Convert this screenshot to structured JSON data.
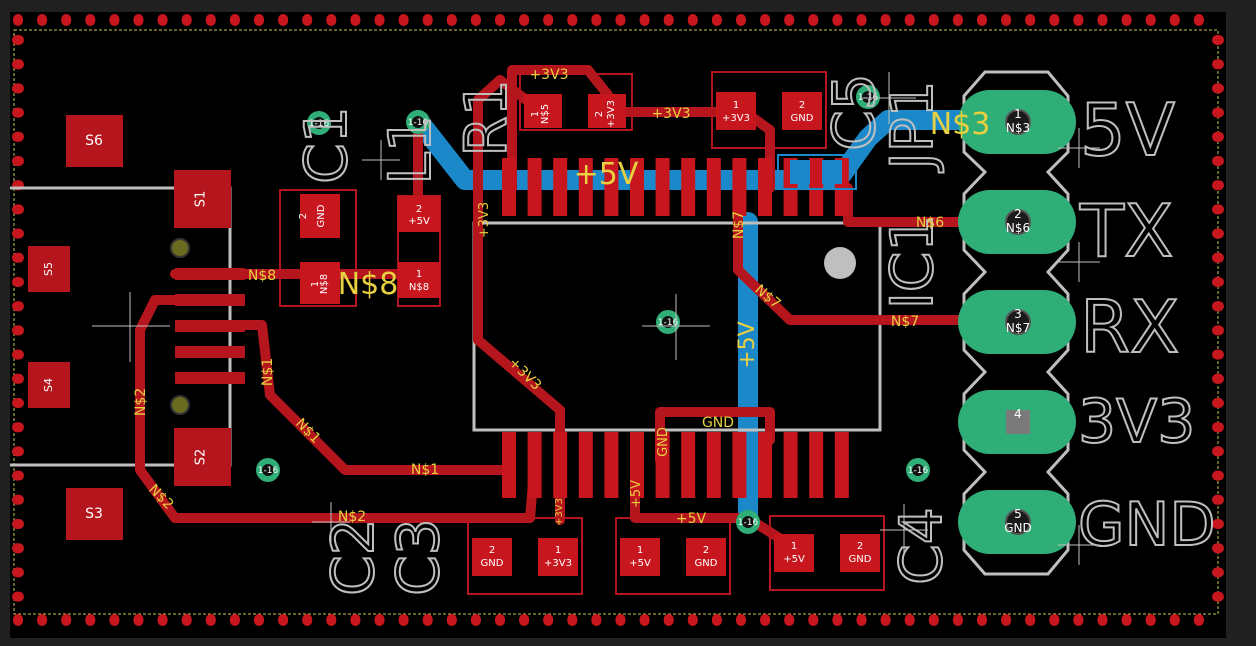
{
  "colors": {
    "background": "#000000",
    "outer": "#202020",
    "top_copper": "#b5151c",
    "top_copper_pad": "#c8161e",
    "bottom_copper": "#1a88c9",
    "via_ring": "#2fae77",
    "silk": "#bfbfbf",
    "net_label": "#e8d040",
    "pad_text": "#ffffff",
    "outline": "#cfcfcf",
    "board_edge": "#c8c850"
  },
  "silkscreen": {
    "c1": "C1",
    "l1": "L1",
    "r1": "R1",
    "c5": "C5",
    "jp1": "JP1",
    "ic1": "IC1",
    "c2": "C2",
    "c3": "C3",
    "c4": "C4",
    "pin_5v": "5V",
    "pin_tx": "TX",
    "pin_rx": "RX",
    "pin_3v3": "3V3",
    "pin_gnd": "GND"
  },
  "usb_pads": {
    "s1": "S1",
    "s2": "S2",
    "s3": "S3",
    "s4": "S4",
    "s5": "S5",
    "s6": "S6"
  },
  "nets": {
    "n3_big": "N$3",
    "n8_big": "N$8",
    "p5v_big": "+5V",
    "p5v_vert": "+5V",
    "p3v3_top": "+3V3",
    "p3v3_top2": "+3V3",
    "p3v3_left": "+3V3",
    "p3v3_diag": "+3V3",
    "p3v3_bottom": "+3V3",
    "n8_trace": "N$8",
    "n6_trace": "N$6",
    "n7_trace": "N$7",
    "n7_diag": "N$7",
    "n7_vert": "N$7",
    "n1_vert": "N$1",
    "n1_diag": "N$1",
    "n1_horiz": "N$1",
    "n2_vert": "N$2",
    "n2_diag": "N$2",
    "n2_horiz": "N$2",
    "gnd_trace": "GND",
    "gnd_vert": "GND",
    "p5v_trace": "+5V",
    "p5v_bottom_vert": "+5V",
    "via_label": "1-16"
  },
  "pads": {
    "c1_1": "1",
    "c1_n": "N$8",
    "c1_2": "2",
    "c1_gnd": "GND",
    "l1_1": "1",
    "l1_n": "N$8",
    "l1_2": "2",
    "l1_net": "+5V",
    "r1_1": "1",
    "r1_n": "N$5",
    "r1_2": "2",
    "r1_net": "+3V3",
    "c5_1": "1",
    "c5_n": "+3V3",
    "c5_2": "2",
    "c5_gnd": "GND",
    "c2_2": "2",
    "c2_gnd": "GND",
    "c2_1": "1",
    "c2_net": "+3V3",
    "c3_1": "1",
    "c3_net": "+5V",
    "c3_2": "2",
    "c3_gnd": "GND",
    "c4_1": "1",
    "c4_net": "+5V",
    "c4_2": "2",
    "c4_gnd": "GND",
    "hdr_1": "1",
    "hdr_1n": "N$3",
    "hdr_2": "2",
    "hdr_2n": "N$6",
    "hdr_3": "3",
    "hdr_3n": "N$7",
    "hdr_4": "4",
    "hdr_5": "5",
    "hdr_5n": "GND"
  }
}
